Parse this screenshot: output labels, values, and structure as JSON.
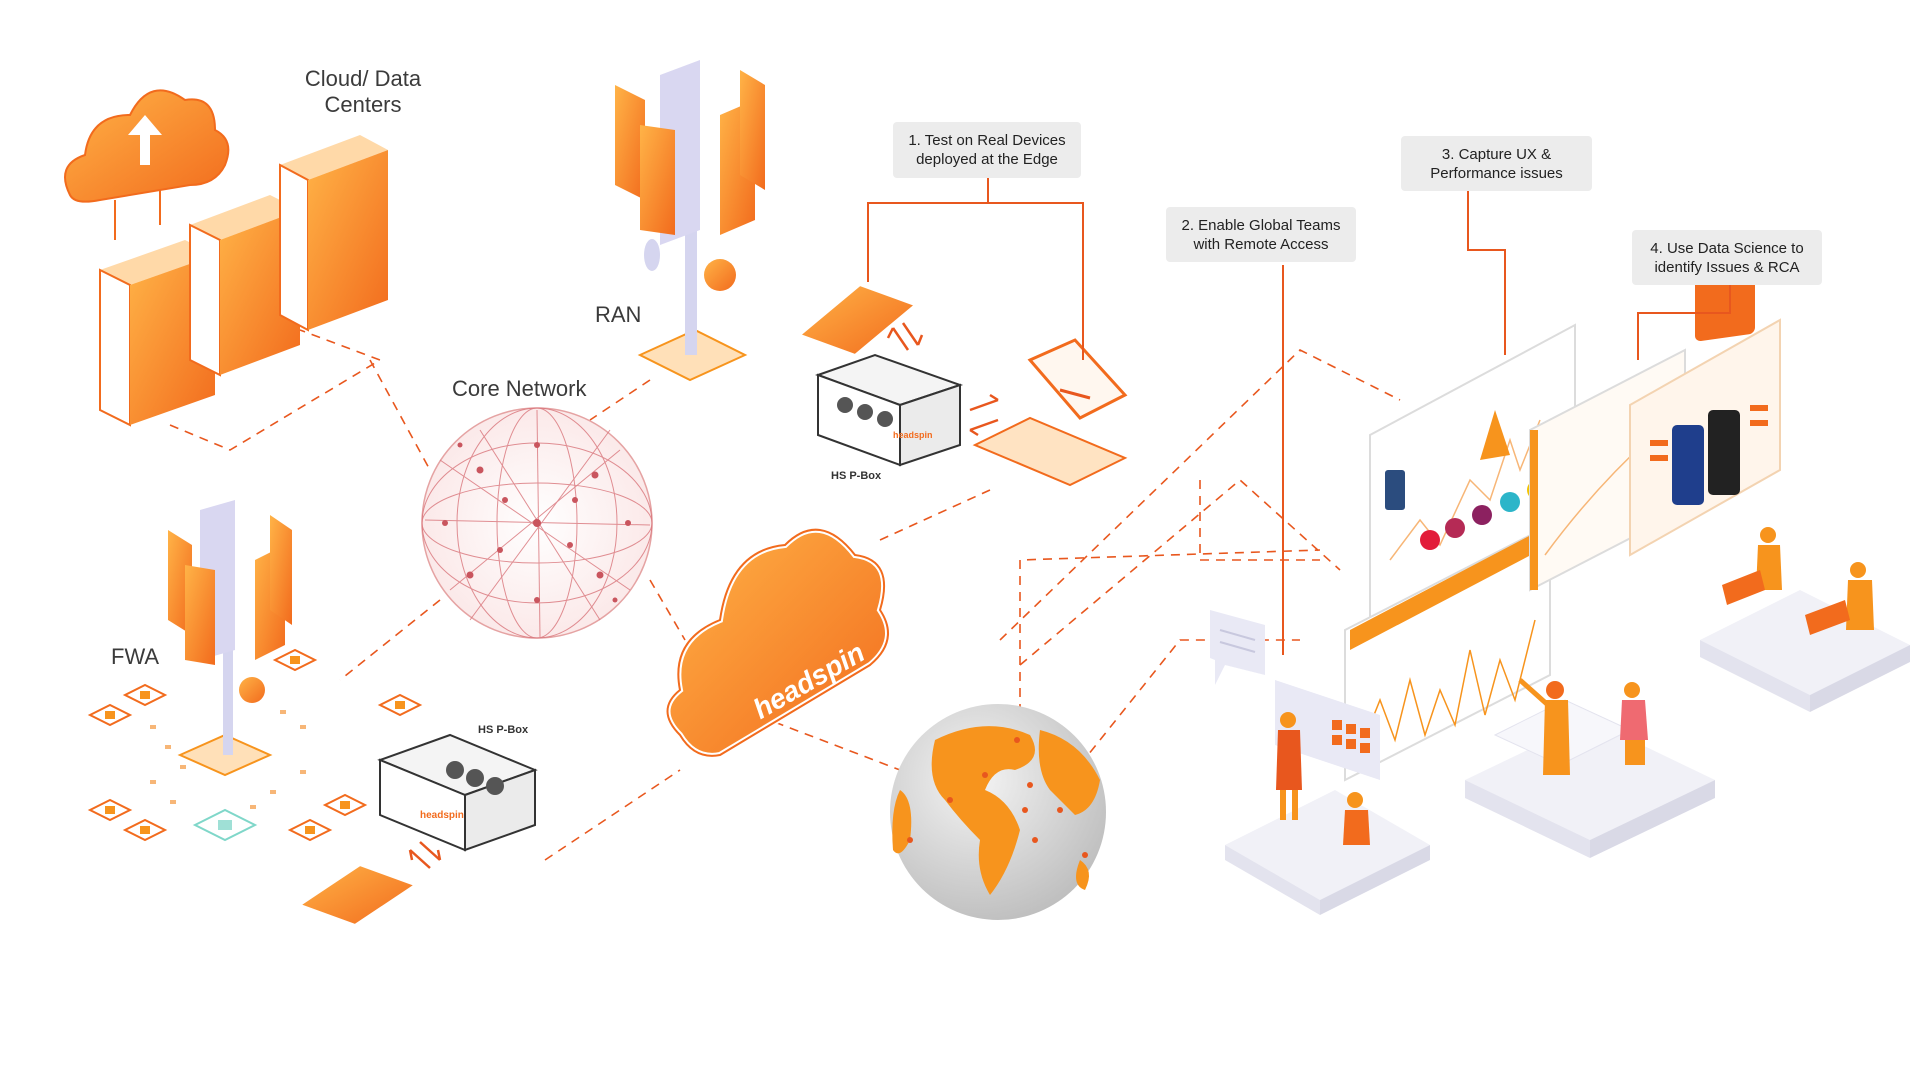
{
  "labels": {
    "cloud_line1": "Cloud/ Data",
    "cloud_line2": "Centers",
    "core_network": "Core Network",
    "ran": "RAN",
    "fwa": "FWA",
    "pbox_top": "HS P-Box",
    "pbox_bottom": "HS P-Box",
    "headspin_cloud": "headspin",
    "pbox_brand": "headspin"
  },
  "callouts": [
    {
      "line1": "1. Test on Real Devices",
      "line2": "deployed at the Edge"
    },
    {
      "line1": "2. Enable Global Teams",
      "line2": "with Remote Access"
    },
    {
      "line1": "3. Capture UX &",
      "line2": "Performance issues"
    },
    {
      "line1": "4. Use Data Science to",
      "line2": "identify Issues & RCA"
    }
  ],
  "colors": {
    "accent": "#f7941d",
    "accent_dark": "#e8571e",
    "connector": "#e8571e",
    "callout_bg": "#ececec",
    "globe_gray": "#d9d9d9",
    "mesh": "#d9747a"
  }
}
